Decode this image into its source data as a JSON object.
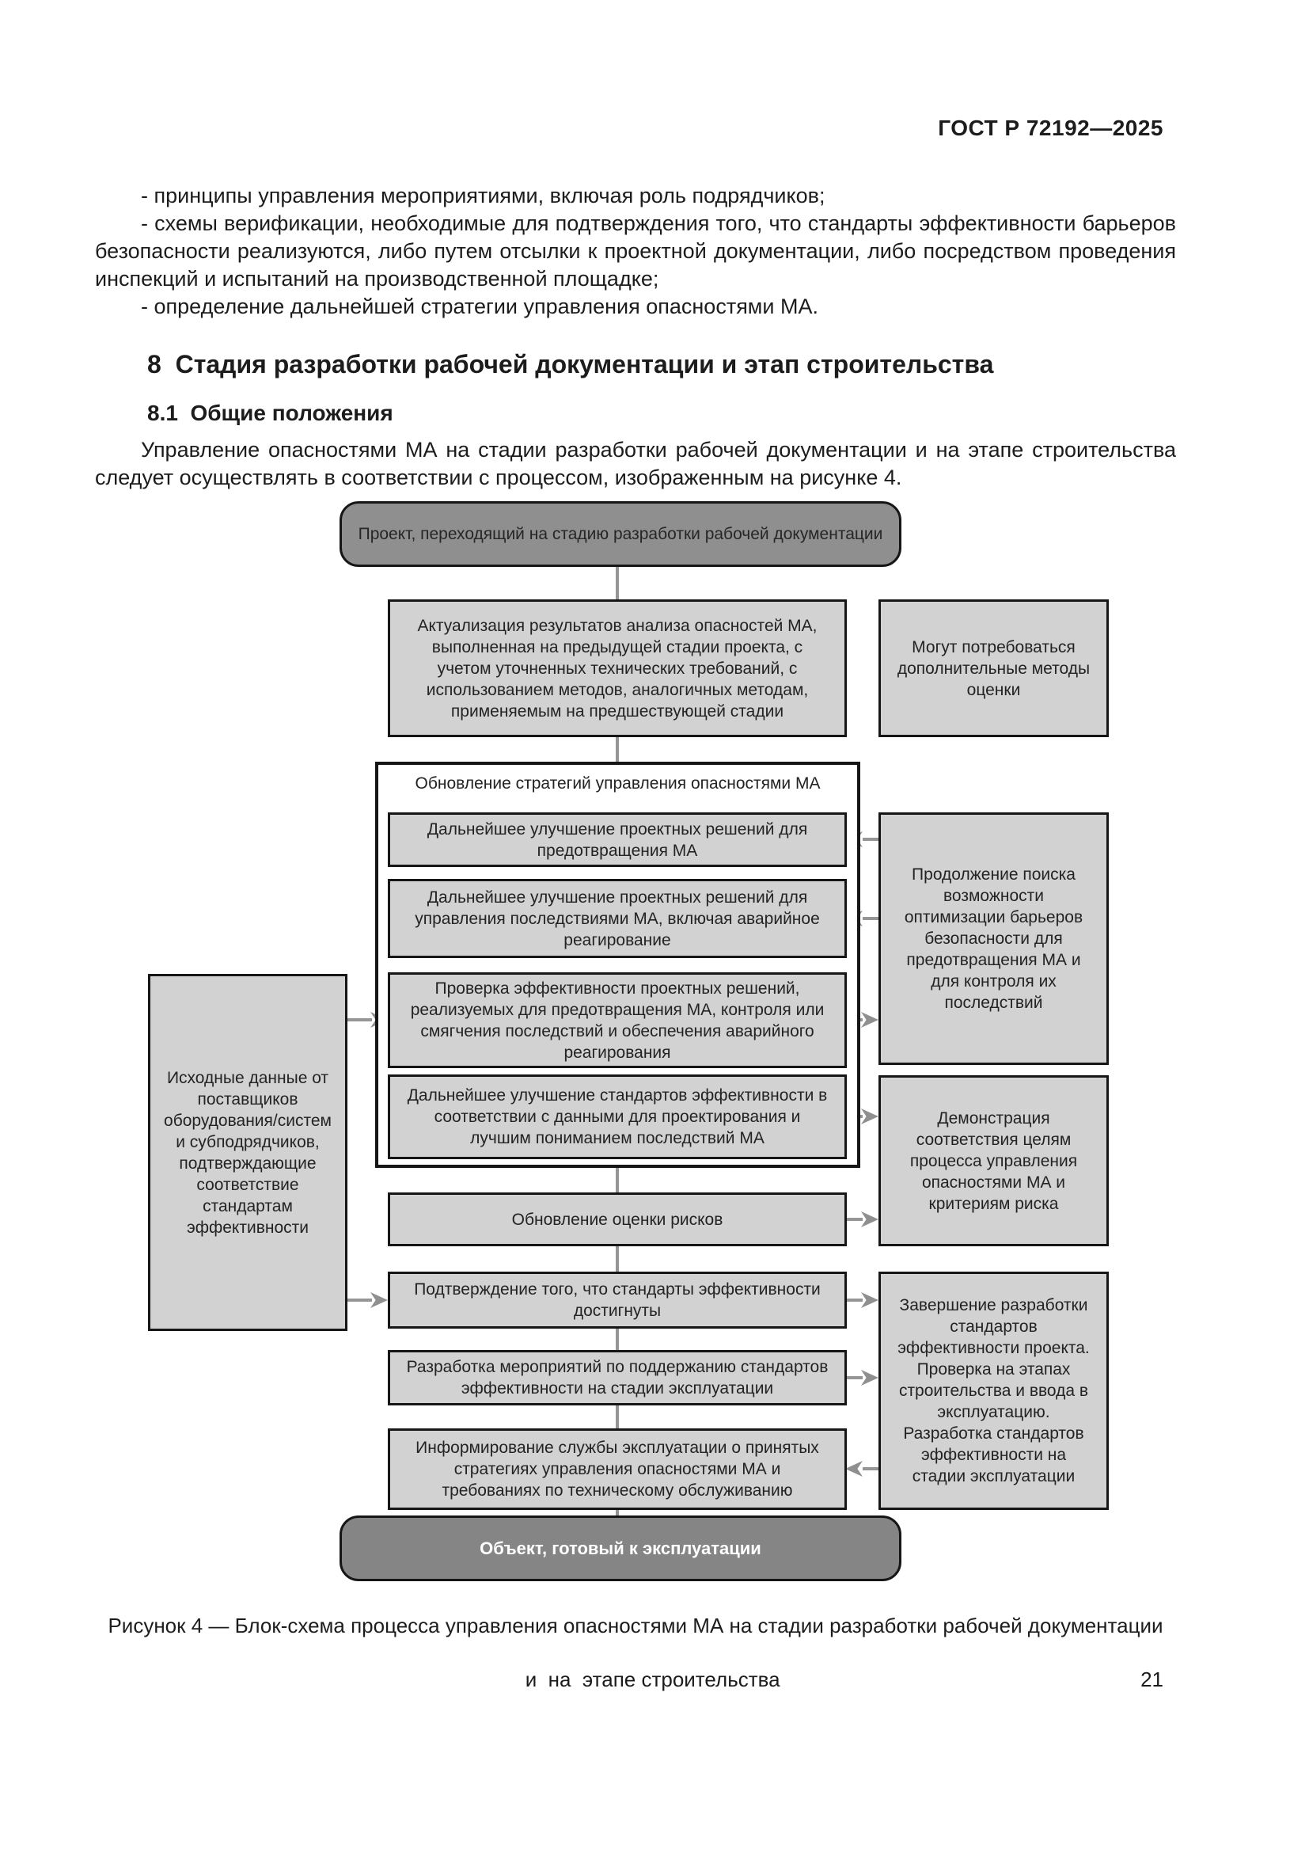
{
  "header": {
    "doc_number": "ГОСТ Р 72192—2025"
  },
  "body": {
    "bullet1": "- принципы управления мероприятиями, включая роль подрядчиков;",
    "bullet2": "- схемы верификации, необходимые для подтверждения того, что стандарты эффективности барьеров безопасности реализуются, либо путем отсылки к проектной документации, либо посредством проведения инспекций и испытаний на производственной площадке;",
    "bullet3": "- определение дальнейшей стратегии управления опасностями МА.",
    "section_heading": "8  Стадия разработки рабочей документации и этап строительства",
    "subsection_heading": "8.1  Общие положения",
    "intro_paragraph": "Управление опасностями МА на стадии разработки рабочей документации и на этапе строительства следует осуществлять в соответствии с процессом, изображенным на рисунке 4."
  },
  "figure": {
    "nodes": {
      "start": "Проект, переходящий на стадию разработки рабочей документации",
      "update_analysis": "Актуализация результатов анализа опасностей МА, выполненная на предыдущей стадии проекта, с учетом уточненных технических требований, с использованием методов, аналогичных методам, применяемым на предшествующей стадии",
      "additional_methods": "Могут потребоваться дополнительные методы оценки",
      "container_title": "Обновление стратегий управления опасностями МА",
      "improve_prevention": "Дальнейшее улучшение проектных решений для предотвращения МА",
      "improve_consequences": "Дальнейшее улучшение проектных решений для управления последствиями МА, включая аварийное реагирование",
      "verify_effectiveness": "Проверка эффективности проектных решений, реализуемых для предотвращения МА, контроля или смягчения последствий и обеспечения аварийного реагирования",
      "improve_standards": "Дальнейшее улучшение стандартов эффективности в соответствии с данными для проектирования и лучшим пониманием последствий МА",
      "continue_optimization": "Продолжение поиска возможности оптимизации барьеров безопасности для предотвращения МА и для контроля их последствий",
      "input_data": "Исходные данные от поставщиков оборудования/систем и субподрядчиков, подтверждающие соответствие стандартам эффективности",
      "update_risk": "Обновление оценки рисков",
      "demonstrate": "Демонстрация соответствия целям процесса управления опасностями МА и критериям риска",
      "confirm_standards": "Подтверждение того, что стандарты эффективности достигнуты",
      "develop_measures": "Разработка мероприятий по поддержанию стандартов эффективности на стадии эксплуатации",
      "complete_standards": "Завершение разработки стандартов эффективности проекта. Проверка на этапах строительства и ввода в эксплуатацию. Разработка стандартов эффективности на стадии эксплуатации",
      "inform_operations": "Информирование службы эксплуатации о принятых стратегиях управления опасностями МА и требованиях по техническому обслуживанию",
      "end": "Объект, готовый к эксплуатации"
    },
    "caption_line1": "Рисунок 4 — Блок-схема процесса управления опасностями МА на стадии разработки рабочей документации",
    "caption_line2": "и  на  этапе строительства"
  },
  "footer": {
    "page_number": "21"
  },
  "colors": {
    "box_fill": "#d2d2d2",
    "rounded_fill": "#8f8f8f",
    "end_fill": "#858585",
    "border": "#161616",
    "connector": "#959595",
    "page_bg": "#ffffff"
  }
}
